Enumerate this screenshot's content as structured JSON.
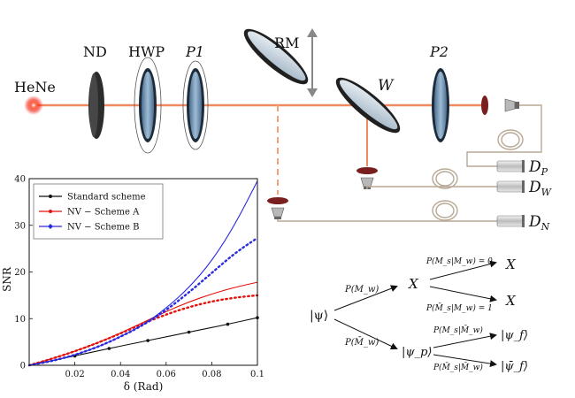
{
  "labels": {
    "source": "HeNe",
    "nd": "ND",
    "hwp": "HWP",
    "p1": "P1",
    "rm": "RM",
    "w": "W",
    "p2": "P2",
    "dp": "D",
    "dp_sub": "P",
    "dw": "D",
    "dw_sub": "W",
    "dn": "D",
    "dn_sub": "N"
  },
  "colors": {
    "beam": "#f08a60",
    "laser": "#e3120b",
    "lens": "#7a1f1f",
    "standard": "#111111",
    "scheme_a": "#e3120b",
    "scheme_b": "#2a2ae0"
  },
  "tree": {
    "psi": "|ψ⟩",
    "p_mw": "P(M_w)",
    "p_mwbar": "P(M̄_w)",
    "x_top": "X",
    "psi_p": "|ψ_p⟩",
    "p_ms_0": "P(M_s|M_w) = 0",
    "p_ms_1": "P(M̄_s|M_w) = 1",
    "x_a": "X",
    "x_b": "X",
    "p_ms_mwbar": "P(M_s|M̄_w)",
    "p_msbar_mwbar": "P(M̄_s|M̄_w)",
    "psi_f": "|ψ_f⟩",
    "psi_fbar": "|ψ̄_f⟩"
  },
  "chart_data": {
    "type": "line",
    "xlabel": "δ (Rad)",
    "ylabel": "SNR",
    "xlim": [
      0,
      0.1
    ],
    "ylim": [
      0,
      40
    ],
    "xticks": [
      "0.02",
      "0.04",
      "0.06",
      "0.08",
      "0.1"
    ],
    "yticks": [
      "0",
      "10",
      "20",
      "30",
      "40"
    ],
    "legend_position": "top-left",
    "legend": [
      "Standard scheme",
      "NV − Scheme A",
      "NV − Scheme B"
    ],
    "series": [
      {
        "name": "Standard scheme",
        "style": "solid",
        "color": "#111111",
        "x": [
          0,
          0.02,
          0.035,
          0.052,
          0.07,
          0.087,
          0.1
        ],
        "y": [
          0,
          2.0,
          3.6,
          5.3,
          7.1,
          8.8,
          10.2
        ]
      },
      {
        "name": "NV − Scheme A",
        "style": "solid",
        "color": "#e3120b",
        "x": [
          0,
          0.01,
          0.02,
          0.03,
          0.04,
          0.05,
          0.06,
          0.07,
          0.08,
          0.09,
          0.1
        ],
        "y": [
          0,
          1.4,
          3.0,
          4.8,
          6.9,
          9.2,
          11.5,
          13.6,
          15.3,
          16.7,
          17.8
        ]
      },
      {
        "name": "NV − Scheme A (dotted)",
        "style": "dotted",
        "color": "#e3120b",
        "x": [
          0,
          0.01,
          0.02,
          0.03,
          0.04,
          0.05,
          0.06,
          0.07,
          0.08,
          0.09,
          0.1
        ],
        "y": [
          0,
          1.4,
          3.0,
          4.8,
          6.8,
          9.0,
          10.9,
          12.5,
          13.7,
          14.5,
          15.0
        ]
      },
      {
        "name": "NV − Scheme B",
        "style": "solid",
        "color": "#2a2ae0",
        "x": [
          0,
          0.01,
          0.02,
          0.03,
          0.04,
          0.05,
          0.06,
          0.07,
          0.08,
          0.09,
          0.1
        ],
        "y": [
          0,
          0.9,
          2.2,
          3.9,
          6.1,
          8.7,
          12.2,
          16.6,
          22.3,
          30.0,
          39.5
        ]
      },
      {
        "name": "NV − Scheme B (dotted)",
        "style": "dotted",
        "color": "#2a2ae0",
        "x": [
          0,
          0.01,
          0.02,
          0.03,
          0.04,
          0.05,
          0.06,
          0.07,
          0.08,
          0.09,
          0.1
        ],
        "y": [
          0,
          0.9,
          2.2,
          3.9,
          6.1,
          8.6,
          11.8,
          15.6,
          19.8,
          24.0,
          27.3
        ]
      }
    ]
  }
}
